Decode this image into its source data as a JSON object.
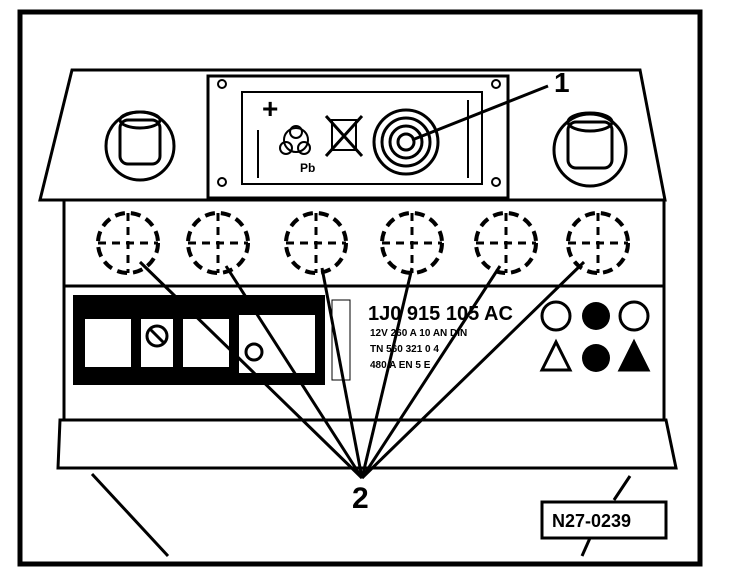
{
  "figure": {
    "ref_code": "N27-0239",
    "callouts": [
      {
        "id": "1",
        "label": "1"
      },
      {
        "id": "2",
        "label": "2"
      }
    ],
    "top_plate": {
      "plus_symbol": "+",
      "pb_text": "Pb"
    },
    "part_number_text": "1J0 915 105 AC",
    "part_lines": [
      "12V 260 A 10 AN DIN",
      "TN 560 321 0 4",
      "480 A EN 5 E"
    ],
    "label_block_text": "1J0 915 105 AC",
    "colors": {
      "line": "#000000",
      "background": "#ffffff"
    }
  }
}
